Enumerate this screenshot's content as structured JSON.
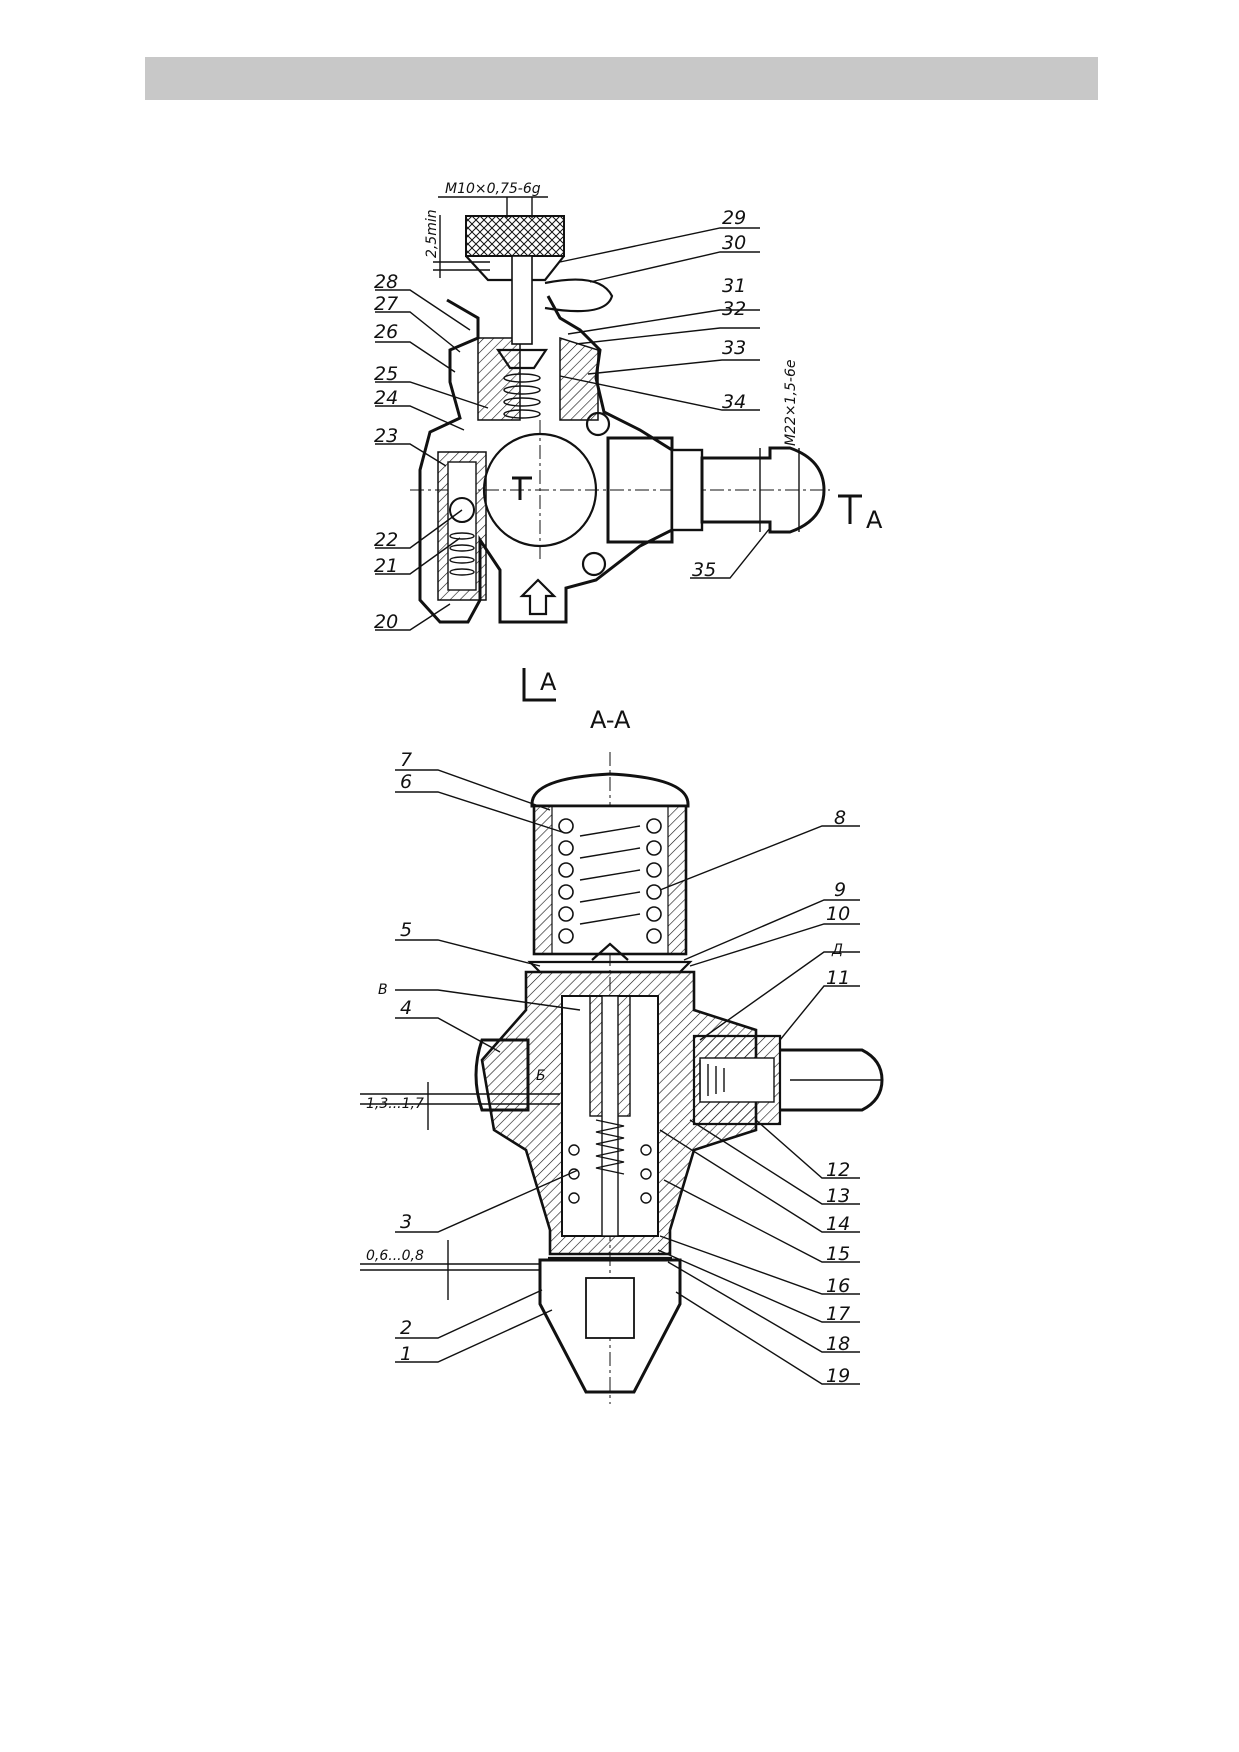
{
  "header": {
    "bar_color": "#c8c8c8"
  },
  "top_view": {
    "thread_top": "M10×0,75-6g",
    "thread_side": "M22×1,5-6e",
    "dim_vertical": "2,5min",
    "section_mark": "A",
    "callouts": [
      "20",
      "21",
      "22",
      "23",
      "24",
      "25",
      "26",
      "27",
      "28",
      "29",
      "30",
      "31",
      "32",
      "33",
      "34",
      "35"
    ]
  },
  "section_view": {
    "title": "A-A",
    "dim_gap": "1,3...1,7",
    "dim_gap2": "0,6...0,8",
    "letter_b": "Б",
    "letter_v": "В",
    "letter_d": "Д",
    "callouts": [
      "1",
      "2",
      "3",
      "4",
      "5",
      "6",
      "7",
      "8",
      "9",
      "10",
      "11",
      "12",
      "13",
      "14",
      "15",
      "16",
      "17",
      "18",
      "19"
    ]
  }
}
